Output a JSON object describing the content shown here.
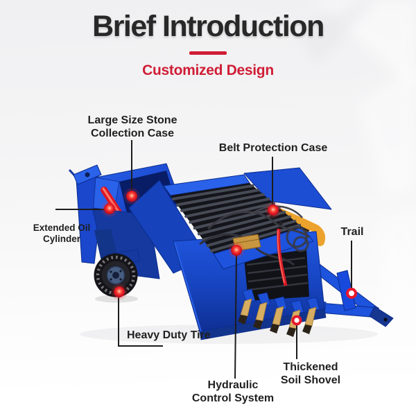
{
  "header": {
    "title": "Brief Introduction",
    "subtitle": "Customized Design"
  },
  "callouts": {
    "collection_case": {
      "label": "Large Size Stone\nCollection Case",
      "marker": "glow-dot"
    },
    "belt_case": {
      "label": "Belt Protection Case",
      "marker": "glow-dot"
    },
    "oil_cylinder": {
      "label": "Extended Oil\nCylinder",
      "marker": "glow-dot"
    },
    "tire": {
      "label": "Heavy Duty Tire",
      "marker": "glow-dot"
    },
    "hydraulic": {
      "label": "Hydraulic\nControl System",
      "marker": "glow-dot"
    },
    "trail": {
      "label": "Trail",
      "marker": "ring-dot"
    },
    "shovel": {
      "label": "Thickened\nSoil Shovel",
      "marker": "ring-dot"
    }
  },
  "colors": {
    "accent_red": "#d01d35",
    "marker_red": "#e8182c",
    "machine_blue": "#1a47cc",
    "machine_blue_dark": "#0b2d8f",
    "belt_cover_yellow": "#eca32d",
    "shovel_tan": "#d7ad62",
    "text_dark": "#1f1f1f"
  }
}
